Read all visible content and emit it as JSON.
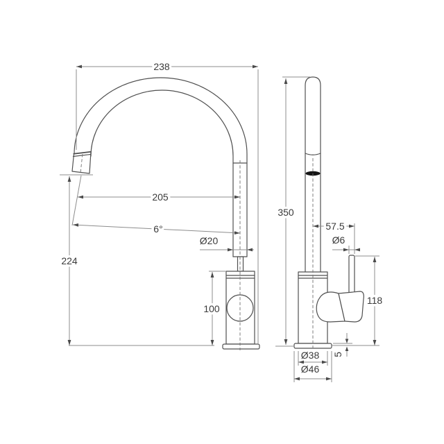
{
  "drawing": {
    "type": "technical-dimension-drawing",
    "subject": "kitchen sink mixer tap, two orthographic views",
    "background_color": "#ffffff",
    "object_line_color": "#4f4f4f",
    "dimension_line_color": "#8c8c8c",
    "text_color": "#3a3a3a",
    "aerator_fill_color": "#161616"
  },
  "left_view": {
    "name": "side profile with gooseneck spout",
    "dims": {
      "overall_width": "238",
      "spout_reach": "205",
      "spout_angle": "6°",
      "spout_tube_diameter": "Ø20",
      "outlet_height": "224",
      "body_height": "100"
    }
  },
  "right_view": {
    "name": "front profile with lever handle",
    "dims": {
      "overall_height": "350",
      "handle_offset": "57.5",
      "handle_rod_diameter": "Ø6",
      "handle_height": "118",
      "body_diameter": "Ø38",
      "base_diameter": "Ø46",
      "base_plate_height": "5"
    }
  }
}
